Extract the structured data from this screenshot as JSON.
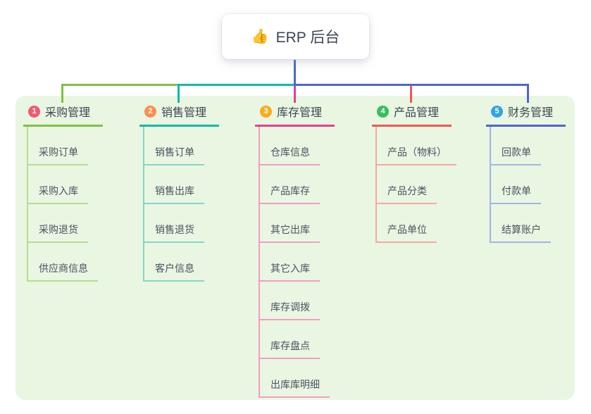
{
  "root": {
    "emoji": "👍",
    "label": "ERP 后台"
  },
  "colors": {
    "panel_bg": "#e9f6e2",
    "root_connector": "#4b66d2",
    "branch_text": "#3d4753",
    "child_text": "#4a5361"
  },
  "branches": [
    {
      "num": "1",
      "label": "采购管理",
      "badge_color": "#f25a74",
      "line_color": "#7fc241",
      "child_line_color": "#b6dd90",
      "children": [
        "采购订单",
        "采购入库",
        "采购退货",
        "供应商信息"
      ]
    },
    {
      "num": "2",
      "label": "销售管理",
      "badge_color": "#ff8d4e",
      "line_color": "#13b8a8",
      "child_line_color": "#84d5c9",
      "children": [
        "销售订单",
        "销售出库",
        "销售退货",
        "客户信息"
      ]
    },
    {
      "num": "3",
      "label": "库存管理",
      "badge_color": "#fbab1c",
      "line_color": "#e0418f",
      "child_line_color": "#f29cc4",
      "children": [
        "仓库信息",
        "产品库存",
        "其它出库",
        "其它入库",
        "库存调拨",
        "库存盘点",
        "出库库明细"
      ]
    },
    {
      "num": "4",
      "label": "产品管理",
      "badge_color": "#36bf5c",
      "line_color": "#f15853",
      "child_line_color": "#f7a7a2",
      "children": [
        "产品（物料）",
        "产品分类",
        "产品单位"
      ]
    },
    {
      "num": "5",
      "label": "财务管理",
      "badge_color": "#32a4e6",
      "line_color": "#4b66d2",
      "child_line_color": "#a4b3e6",
      "children": [
        "回款单",
        "付款单",
        "结算账户"
      ]
    }
  ]
}
